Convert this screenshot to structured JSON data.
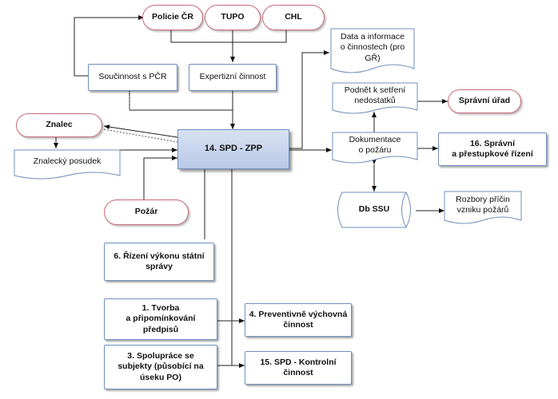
{
  "nodes": {
    "policie": "Policie ČR",
    "tupo": "TUPO",
    "chl": "CHL",
    "soucinnost": "Součinnost s PČR",
    "expertizni": "Expertizní činnost",
    "data_informace": "Data a informace\no činnostech (pro\nGŘ)",
    "podnet": "Podnět k setření\nnedostatků",
    "spravni_urad": "Správní úřad",
    "znalec": "Znalec",
    "znalecky_posudek": "Znalecký posudek",
    "spd_zpp": "14. SPD - ZPP",
    "dokumentace": "Dokumentace\no požáru",
    "spravni_rizeni": "16. Správní\na přestupkové řízení",
    "pozar": "Požár",
    "db_ssu": "Db SSU",
    "rozbory": "Rozbory příčin\nvzniku požárů",
    "rizeni_vykonu": "6. Řízení výkonu státní\nsprávy",
    "tvorba": "1. Tvorba\na připomínkování\npředpisů",
    "preventivne": "4. Preventivně výchovná\nčinnost",
    "spoluprace": "3. Spolupráce se\nsubjekty (působící na\núseku PO)",
    "spd_kontrolni": "15. SPD - Kontrolní\nčinnost"
  }
}
